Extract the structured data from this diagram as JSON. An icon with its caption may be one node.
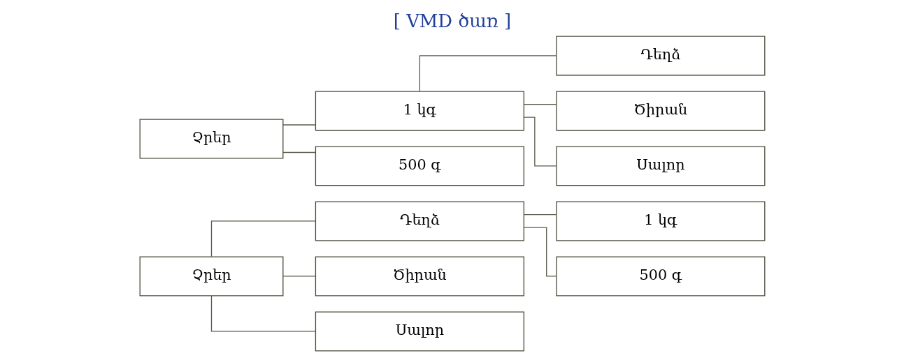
{
  "diagram": {
    "title": "[ VMD ծառ ]",
    "nodes": [
      {
        "text": [
          "Չրեր"
        ]
      },
      {
        "text": [
          "Դեղձ"
        ]
      },
      {
        "text": [
          "Ծիրան"
        ]
      },
      {
        "text": [
          "Սալոր"
        ]
      },
      {
        "text": [
          "1 կգ"
        ]
      },
      {
        "text": [
          "500 գ"
        ]
      },
      {
        "text": [
          "Չրեր"
        ]
      },
      {
        "text": [
          "1 կգ"
        ]
      },
      {
        "text": [
          "500 գ"
        ]
      },
      {
        "text": [
          "Դեղձ"
        ]
      },
      {
        "text": [
          "Ծիրան"
        ]
      },
      {
        "text": [
          "Սալոր"
        ]
      }
    ],
    "edges": [
      {
        "from": 0,
        "to": 1,
        "arrow": "none"
      },
      {
        "from": 0,
        "to": 2,
        "arrow": "none"
      },
      {
        "from": 0,
        "to": 3,
        "arrow": "none"
      },
      {
        "from": 1,
        "to": 4,
        "arrow": "none"
      },
      {
        "from": 1,
        "to": 5,
        "arrow": "none"
      },
      {
        "from": 6,
        "to": 7,
        "arrow": "none"
      },
      {
        "from": 6,
        "to": 8,
        "arrow": "none"
      },
      {
        "from": 7,
        "to": 9,
        "arrow": "none"
      },
      {
        "from": 7,
        "to": 10,
        "arrow": "none"
      },
      {
        "from": 7,
        "to": 11,
        "arrow": "none"
      }
    ]
  }
}
